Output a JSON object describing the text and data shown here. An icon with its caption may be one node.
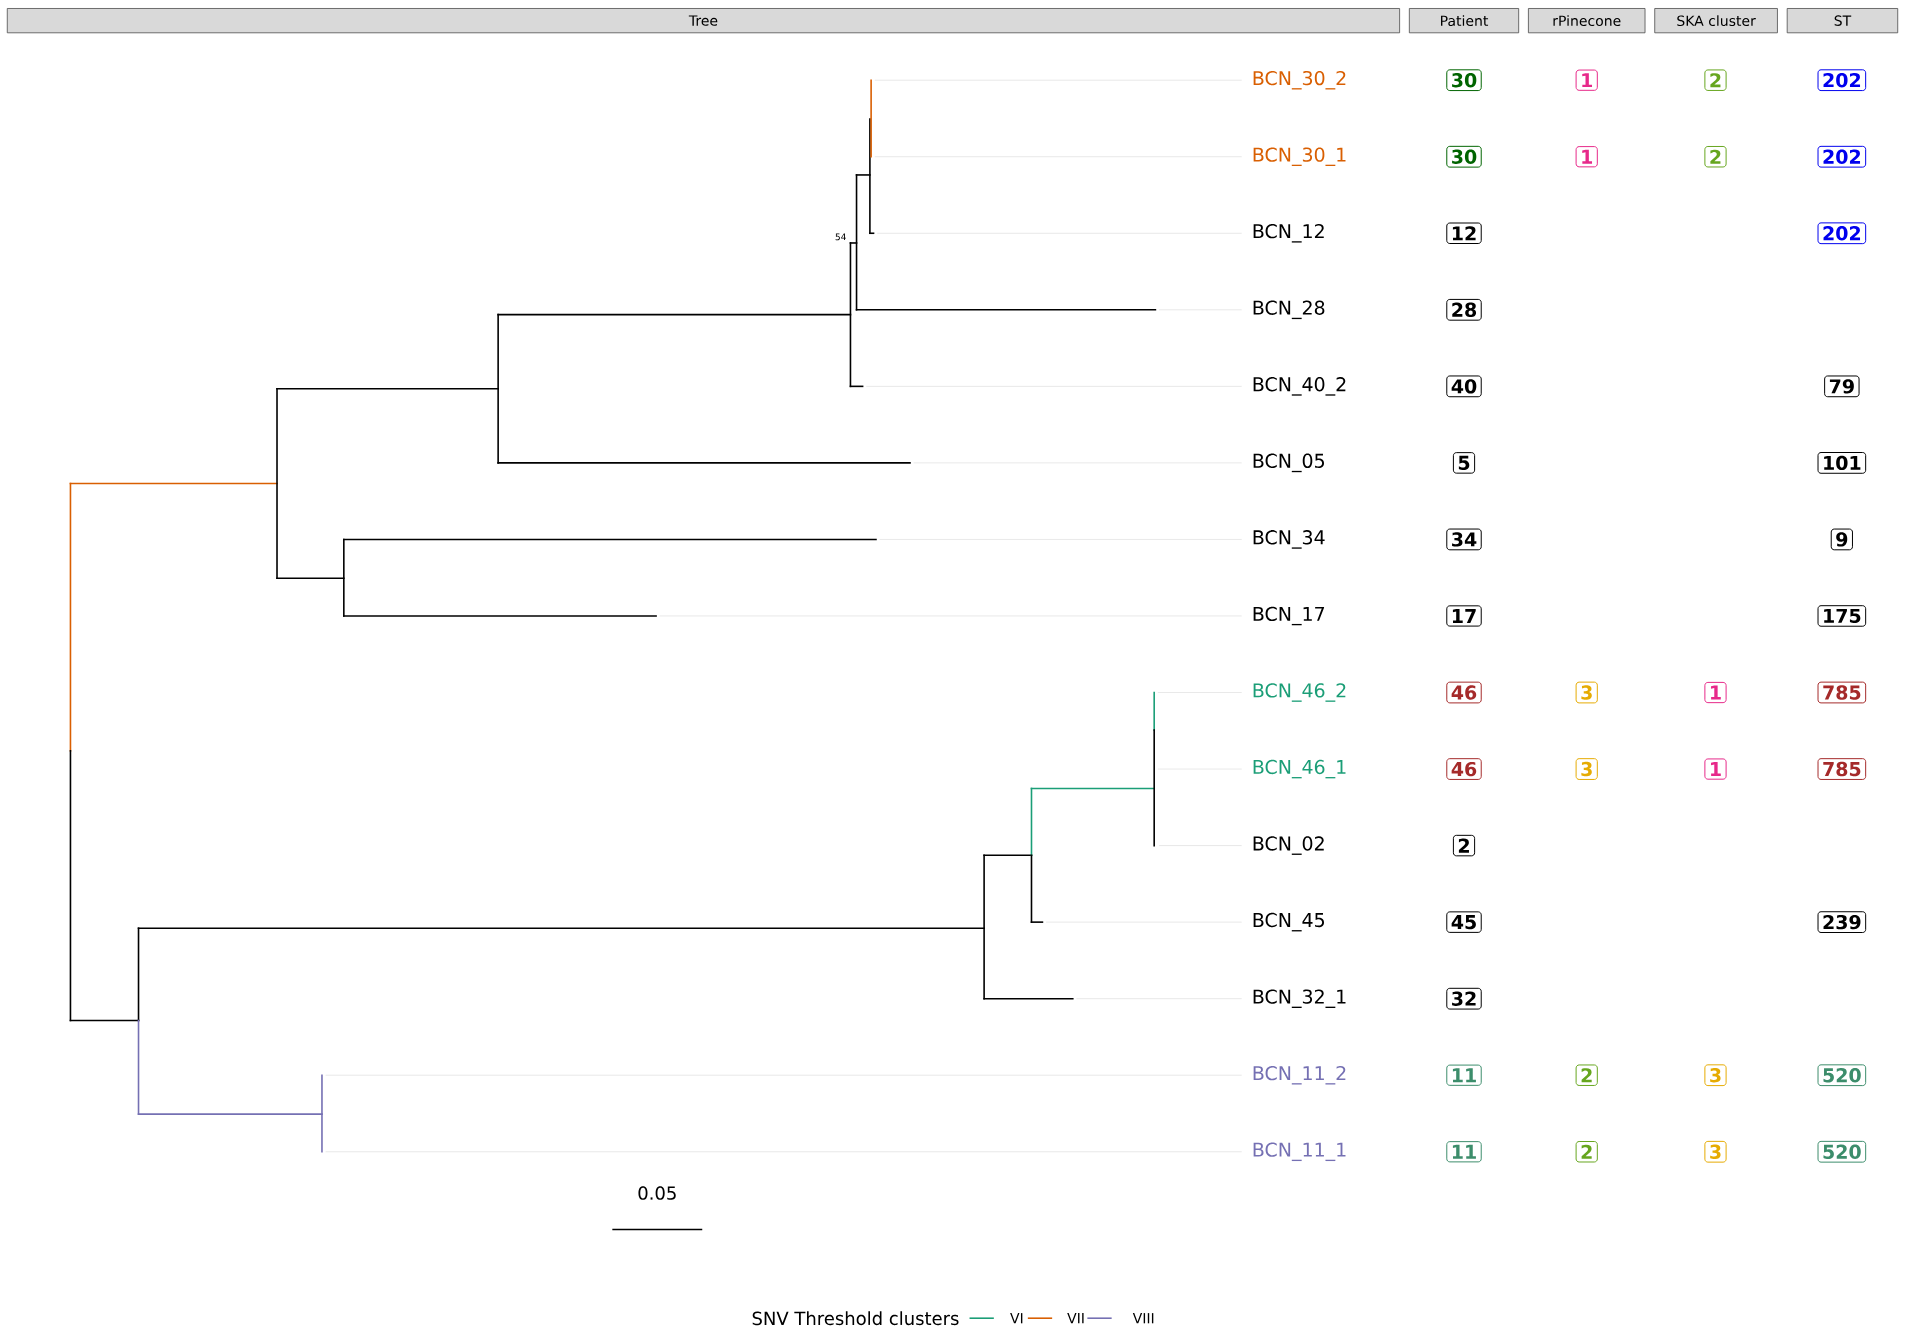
{
  "diagram": {
    "nodes": [
      {
        "text": [
          "Tree"
        ]
      },
      {
        "text": [
          "Patient"
        ]
      },
      {
        "text": [
          "rPinecone"
        ]
      },
      {
        "text": [
          "SKA cluster"
        ]
      },
      {
        "text": [
          "ST"
        ]
      },
      {
        "text": [
          "30"
        ]
      },
      {
        "text": [
          "1"
        ]
      },
      {
        "text": [
          "2"
        ]
      },
      {
        "text": [
          "202"
        ]
      },
      {
        "text": [
          "30"
        ]
      },
      {
        "text": [
          "1"
        ]
      },
      {
        "text": [
          "2"
        ]
      },
      {
        "text": [
          "202"
        ]
      },
      {
        "text": [
          "12"
        ]
      },
      {
        "text": [
          "202"
        ]
      },
      {
        "text": [
          "28"
        ]
      },
      {
        "text": [
          "40"
        ]
      },
      {
        "text": [
          "79"
        ]
      },
      {
        "text": [
          "5"
        ]
      },
      {
        "text": [
          "101"
        ]
      },
      {
        "text": [
          "34"
        ]
      },
      {
        "text": [
          "9"
        ]
      },
      {
        "text": [
          "17"
        ]
      },
      {
        "text": [
          "175"
        ]
      },
      {
        "text": [
          "46"
        ]
      },
      {
        "text": [
          "3"
        ]
      },
      {
        "text": [
          "1"
        ]
      },
      {
        "text": [
          "785"
        ]
      },
      {
        "text": [
          "46"
        ]
      },
      {
        "text": [
          "3"
        ]
      },
      {
        "text": [
          "1"
        ]
      },
      {
        "text": [
          "785"
        ]
      },
      {
        "text": [
          "2"
        ]
      },
      {
        "text": [
          "45"
        ]
      },
      {
        "text": [
          "239"
        ]
      },
      {
        "text": [
          "32"
        ]
      },
      {
        "text": [
          "11"
        ]
      },
      {
        "text": [
          "2"
        ]
      },
      {
        "text": [
          "3"
        ]
      },
      {
        "text": [
          "520"
        ]
      },
      {
        "text": [
          "11"
        ]
      },
      {
        "text": [
          "2"
        ]
      },
      {
        "text": [
          "3"
        ]
      },
      {
        "text": [
          "520"
        ]
      }
    ],
    "labels": [
      "BCN_30_2",
      "BCN_30_1",
      "54",
      "BCN_12",
      "BCN_28",
      "BCN_40_2",
      "BCN_05",
      "BCN_34",
      "BCN_17",
      "BCN_46_2",
      "BCN_46_1",
      "BCN_02",
      "BCN_45",
      "BCN_32_1",
      "BCN_11_2",
      "BCN_11_1",
      "0.05",
      "SNV Threshold clusters"
    ],
    "legend": [
      {
        "text": "VI"
      },
      {
        "text": "VII"
      },
      {
        "text": "VIII"
      }
    ]
  }
}
